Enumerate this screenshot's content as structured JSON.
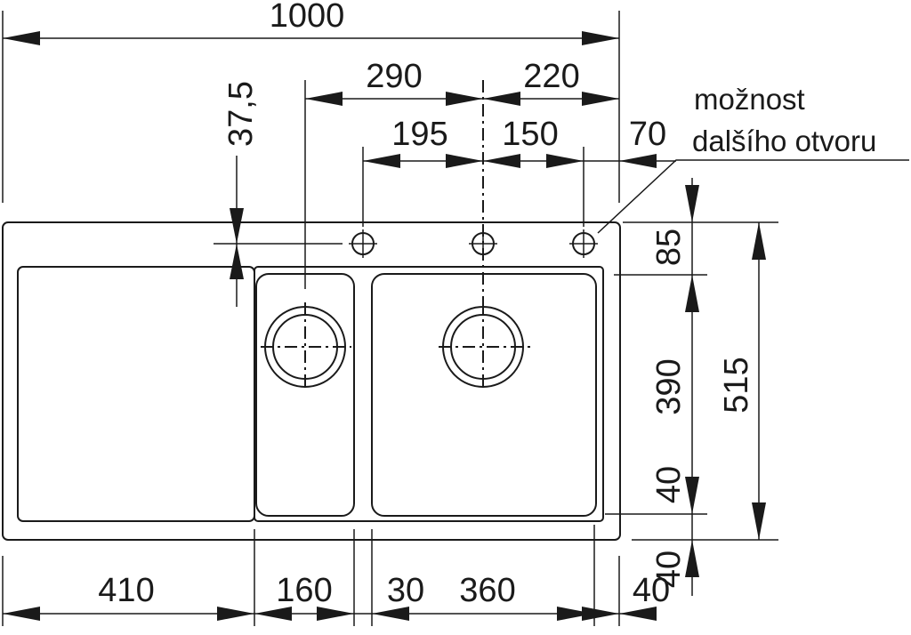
{
  "dimensions": {
    "overall_width": "1000",
    "left_to_center_hole": "290",
    "center_to_right_edge": "220",
    "extra_hole_offset_left": "195",
    "extra_hole_offset_right": "150",
    "right_margin": "70",
    "hole_row_offset": "37,5",
    "top_margin": "85",
    "bowl_depth": "390",
    "bottom_margin": "40",
    "overall_depth": "515",
    "drainer_width": "410",
    "small_bowl_width": "160",
    "divider_width": "30",
    "large_bowl_width": "360",
    "right_rim_width": "40",
    "lower_right_rim": "40"
  },
  "note": {
    "line1": "možnost",
    "line2": "dalšího otvoru"
  }
}
